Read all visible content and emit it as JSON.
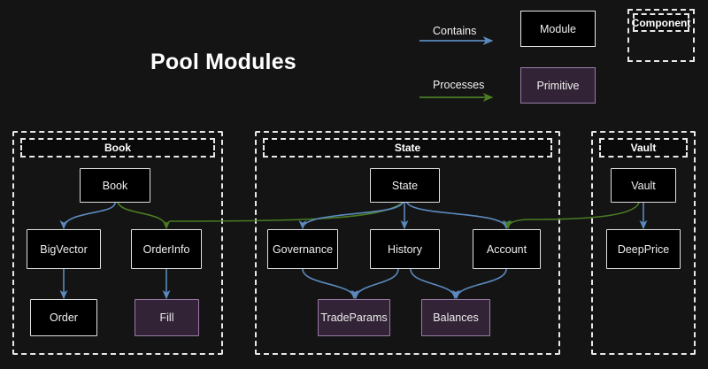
{
  "diagram": {
    "title": "Pool Modules",
    "background_color": "#141414",
    "colors": {
      "contains_edge": "#5b89bd",
      "processes_edge": "#4a7c22",
      "module_fill": "#000000",
      "module_border": "#e0e0e0",
      "primitive_fill": "#322436",
      "primitive_border": "#9a7ba8",
      "component_border": "#e8e8e8",
      "text": "#f0f0f0"
    }
  },
  "legend": {
    "contains_label": "Contains",
    "processes_label": "Processes",
    "module_label": "Module",
    "primitive_label": "Primitive",
    "component_label": "Component"
  },
  "components": [
    {
      "id": "book",
      "label": "Book"
    },
    {
      "id": "state",
      "label": "State"
    },
    {
      "id": "vault",
      "label": "Vault"
    }
  ],
  "nodes": [
    {
      "id": "book_mod",
      "label": "Book",
      "type": "module",
      "component": "book"
    },
    {
      "id": "bigvector",
      "label": "BigVector",
      "type": "module",
      "component": "book"
    },
    {
      "id": "orderinfo",
      "label": "OrderInfo",
      "type": "module",
      "component": "book"
    },
    {
      "id": "order",
      "label": "Order",
      "type": "module",
      "component": "book"
    },
    {
      "id": "fill",
      "label": "Fill",
      "type": "primitive",
      "component": "book"
    },
    {
      "id": "state_mod",
      "label": "State",
      "type": "module",
      "component": "state"
    },
    {
      "id": "governance",
      "label": "Governance",
      "type": "module",
      "component": "state"
    },
    {
      "id": "history",
      "label": "History",
      "type": "module",
      "component": "state"
    },
    {
      "id": "account",
      "label": "Account",
      "type": "module",
      "component": "state"
    },
    {
      "id": "tradeparams",
      "label": "TradeParams",
      "type": "primitive",
      "component": "state"
    },
    {
      "id": "balances",
      "label": "Balances",
      "type": "primitive",
      "component": "state"
    },
    {
      "id": "vault_mod",
      "label": "Vault",
      "type": "module",
      "component": "vault"
    },
    {
      "id": "deepprice",
      "label": "DeepPrice",
      "type": "module",
      "component": "vault"
    }
  ],
  "edges": [
    {
      "from": "book_mod",
      "to": "bigvector",
      "kind": "contains"
    },
    {
      "from": "bigvector",
      "to": "order",
      "kind": "contains"
    },
    {
      "from": "orderinfo",
      "to": "fill",
      "kind": "contains"
    },
    {
      "from": "state_mod",
      "to": "governance",
      "kind": "contains"
    },
    {
      "from": "state_mod",
      "to": "history",
      "kind": "contains"
    },
    {
      "from": "governance",
      "to": "tradeparams",
      "kind": "contains"
    },
    {
      "from": "history",
      "to": "tradeparams",
      "kind": "contains"
    },
    {
      "from": "history",
      "to": "balances",
      "kind": "contains"
    },
    {
      "from": "account",
      "to": "balances",
      "kind": "contains"
    },
    {
      "from": "vault_mod",
      "to": "deepprice",
      "kind": "contains"
    },
    {
      "from": "book_mod",
      "to": "orderinfo",
      "kind": "processes"
    },
    {
      "from": "state_mod",
      "to": "orderinfo",
      "kind": "processes"
    },
    {
      "from": "vault_mod",
      "to": "account",
      "kind": "processes"
    }
  ]
}
